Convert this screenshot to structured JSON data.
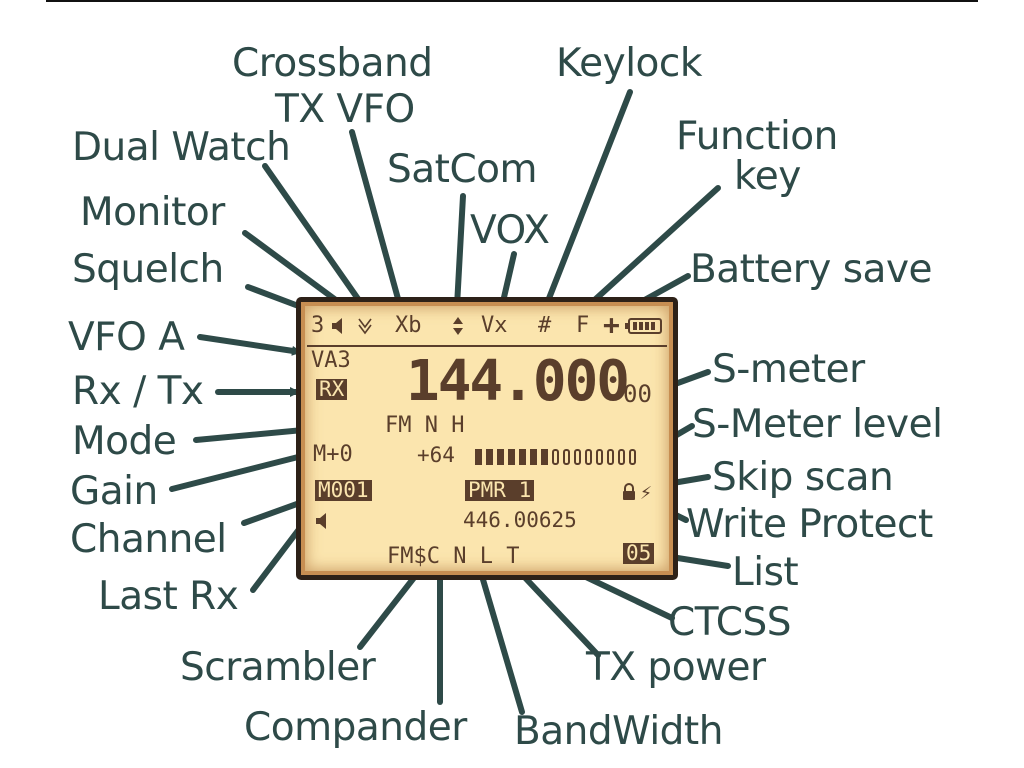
{
  "lcd": {
    "status_bar": {
      "squelch": "3",
      "monitor_icon": "speaker-icon",
      "dual_watch_icon": "dual-watch-icon",
      "crossband": "Xb",
      "satcom_icon": "up-down-arrows-icon",
      "vox": "Vx",
      "keylock": "#",
      "function": "F",
      "plus": "+",
      "battery_icon": "battery-icon"
    },
    "vfo": "VA3",
    "rx_tx": "RX",
    "frequency_main": "144.000",
    "frequency_small": "00",
    "mode_line": "FM N H",
    "gain": "M+0",
    "s_meter_value": "+64",
    "s_meter_level": {
      "segments": 15,
      "filled": 7
    },
    "channel": "M001",
    "channel_name": "PMR 1",
    "channel_freq": "446.00625",
    "skip_scan": "⚡",
    "write_protect_icon": "lock-icon",
    "last_rx_icon": "speaker-icon",
    "bottom_line": "FM$C N L T",
    "list": "05"
  },
  "callouts": {
    "crossband_tx_vfo_1": "Crossband",
    "crossband_tx_vfo_2": "TX VFO",
    "keylock": "Keylock",
    "dual_watch": "Dual Watch",
    "satcom": "SatCom",
    "function_key_1": "Function",
    "function_key_2": "key",
    "monitor": "Monitor",
    "vox": "VOX",
    "squelch": "Squelch",
    "battery_save": "Battery save",
    "vfo_a": "VFO A",
    "s_meter": "S-meter",
    "rx_tx": "Rx / Tx",
    "s_meter_level": "S-Meter level",
    "mode": "Mode",
    "skip_scan": "Skip scan",
    "gain": "Gain",
    "write_protect": "Write Protect",
    "channel": "Channel",
    "list": "List",
    "last_rx": "Last Rx",
    "ctcss": "CTCSS",
    "scrambler": "Scrambler",
    "tx_power": "TX power",
    "compander": "Compander",
    "bandwidth": "BandWidth"
  },
  "colors": {
    "label": "#2e4a48",
    "lcd_background": "#fbe5ae",
    "lcd_ink": "#5a3e2b",
    "lcd_frame": "#2d2118"
  }
}
